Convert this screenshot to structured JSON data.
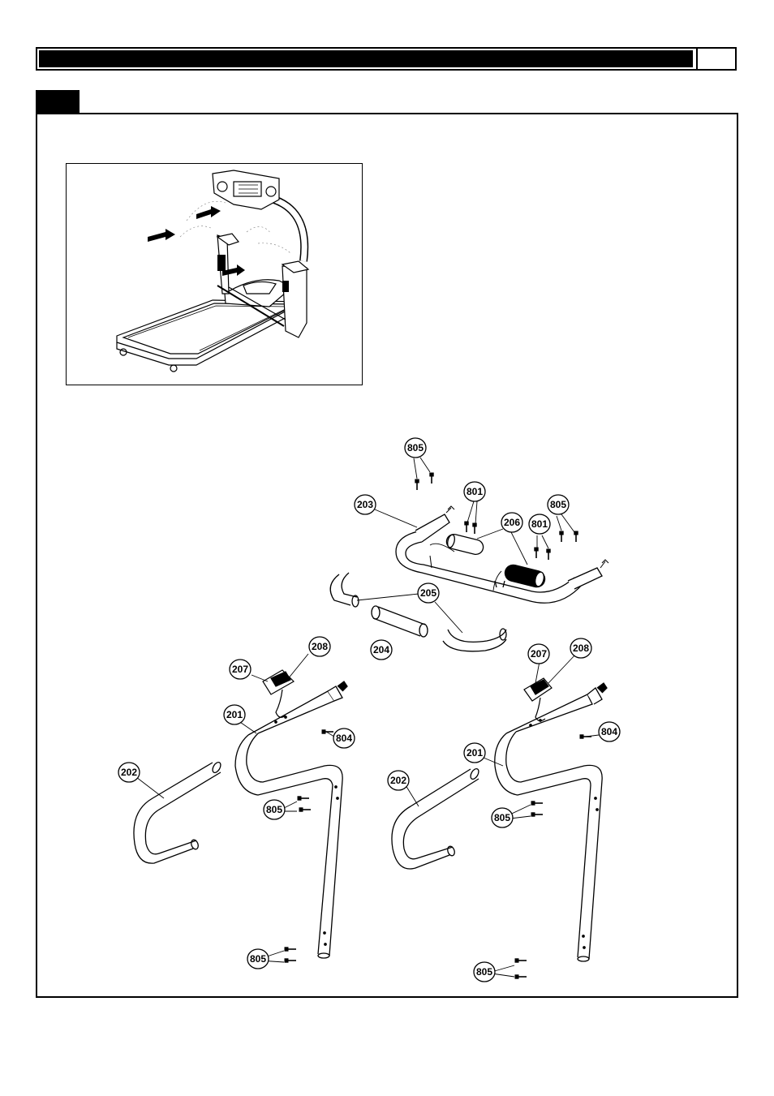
{
  "header": {
    "title": "",
    "page_number": ""
  },
  "step": {
    "number": ""
  },
  "callouts": {
    "c805a": "805",
    "c801a": "801",
    "c203": "203",
    "c206": "206",
    "c801b": "801",
    "c805b": "805",
    "c205": "205",
    "c204": "204",
    "c208a": "208",
    "c207a": "207",
    "c201a": "201",
    "c804a": "804",
    "c202a": "202",
    "c805c": "805",
    "c805d": "805",
    "c207b": "207",
    "c208b": "208",
    "c804b": "804",
    "c201b": "201",
    "c202b": "202",
    "c805e": "805",
    "c805f": "805"
  }
}
